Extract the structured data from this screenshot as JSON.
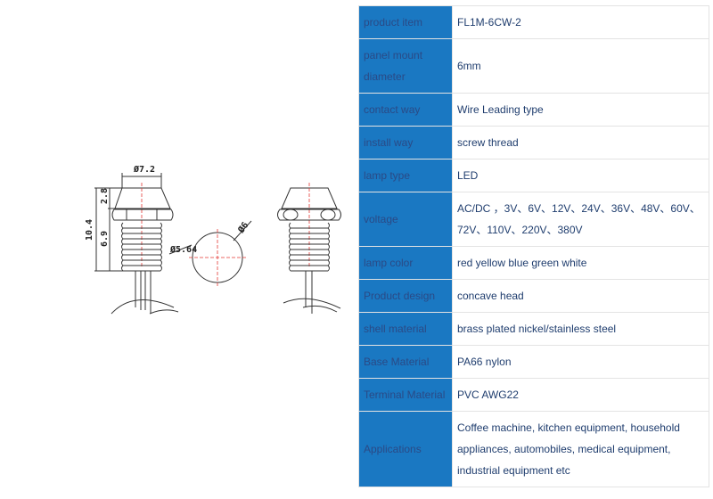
{
  "drawing": {
    "dims": {
      "head_diameter": "Ø7.2",
      "head_height": "2.8",
      "total_length": "10.4",
      "thread_length": "6.9",
      "thread_diameter": "Ø5.64",
      "cutout_diameter": "Ø6"
    }
  },
  "specs": [
    {
      "key": "product item",
      "value": "FL1M-6CW-2"
    },
    {
      "key": "panel mount diameter",
      "value": "6mm"
    },
    {
      "key": "contact way",
      "value": "Wire Leading type"
    },
    {
      "key": "install way",
      "value": "screw thread"
    },
    {
      "key": "lamp type",
      "value": "LED"
    },
    {
      "key": "voltage",
      "value": "AC/DC ，3V、6V、12V、24V、36V、48V、60V、72V、110V、220V、380V"
    },
    {
      "key": "lamp color",
      "value": "red yellow blue green white"
    },
    {
      "key": "Product design",
      "value": "concave head"
    },
    {
      "key": "shell material",
      "value": "brass plated nickel/stainless steel"
    },
    {
      "key": "Base Material",
      "value": "PA66 nylon"
    },
    {
      "key": "Terminal Material",
      "value": "PVC AWG22"
    },
    {
      "key": "Applications",
      "value": "Coffee machine, kitchen equipment, household appliances,    automobiles, medical equipment, industrial equipment etc"
    }
  ]
}
